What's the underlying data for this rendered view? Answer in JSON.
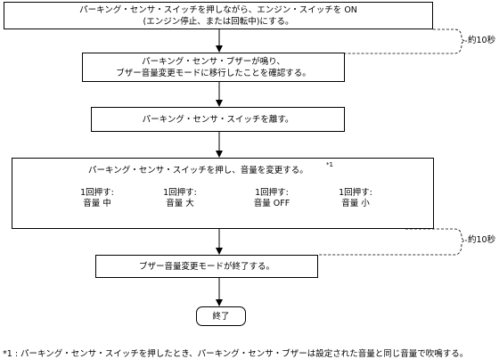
{
  "steps": {
    "s1_line1": "パーキング・センサ・スイッチを押しながら、エンジン・スイッチを ON",
    "s1_line2": "(エンジン停止、または回転中)にする。",
    "s2_line1": "パーキング・センサ・ブザーが鳴り、",
    "s2_line2": "ブザー音量変更モードに移行したことを確認する。",
    "s3": "パーキング・センサ・スイッチを離す。",
    "s4": "パーキング・センサ・スイッチを押し、音量を変更する。",
    "s4_note_mark": "*1",
    "s5": "ブザー音量変更モードが終了する。",
    "end": "終了"
  },
  "timers": {
    "t1": "約10秒",
    "t2": "約10秒"
  },
  "modes": [
    {
      "action": "1回押す:",
      "level": "音量 中"
    },
    {
      "action": "1回押す:",
      "level": "音量 大"
    },
    {
      "action": "1回押す:",
      "level": "音量 OFF"
    },
    {
      "action": "1回押す:",
      "level": "音量 小"
    }
  ],
  "footnote": "*1 : パーキング・センサ・スイッチを押したとき、パーキング・センサ・ブザーは設定された音量と同じ音量で吹鳴する。"
}
